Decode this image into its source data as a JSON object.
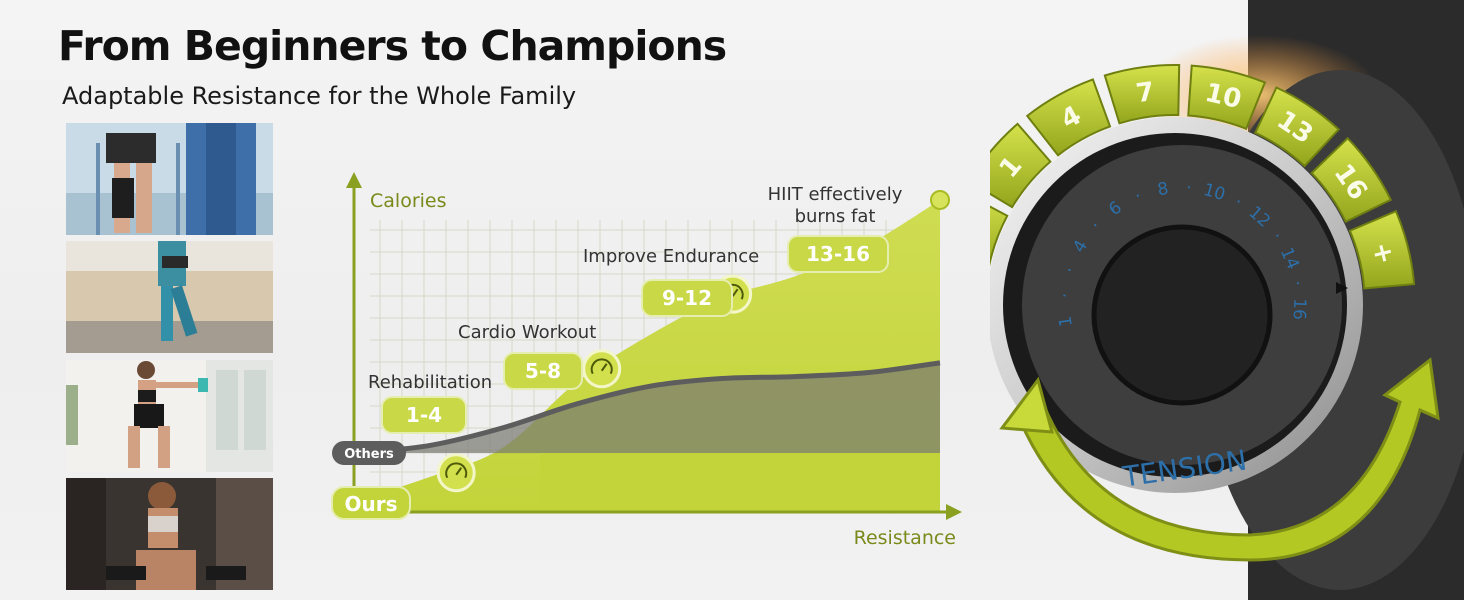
{
  "page": {
    "headline": "From Beginners to Champions",
    "subheadline": "Adaptable Resistance for the Whole Family"
  },
  "photos": [
    {
      "name": "photo-rehabilitation"
    },
    {
      "name": "photo-running"
    },
    {
      "name": "photo-fitness-squat"
    },
    {
      "name": "photo-gym-training"
    }
  ],
  "chart_data": {
    "type": "area",
    "xlabel": "Resistance",
    "ylabel": "Calories",
    "xlim": [
      0,
      16
    ],
    "ylim": [
      0,
      16
    ],
    "grid": true,
    "series": [
      {
        "name": "Others",
        "color": "#666666",
        "x": [
          0,
          2,
          4,
          6,
          8,
          10,
          12,
          14,
          16
        ],
        "y": [
          3.0,
          3.4,
          4.3,
          5.5,
          6.4,
          6.8,
          6.9,
          7.1,
          7.6
        ]
      },
      {
        "name": "Ours",
        "color": "#c3d43a",
        "x": [
          0,
          2,
          4,
          6,
          8,
          10,
          12,
          14,
          16
        ],
        "y": [
          0.6,
          1.8,
          3.3,
          6.6,
          9.0,
          10.9,
          12.0,
          13.6,
          15.9
        ]
      }
    ],
    "annotations": [
      {
        "label": "Rehabilitation",
        "range": "1-4"
      },
      {
        "label": "Cardio Workout",
        "range": "5-8"
      },
      {
        "label": "Improve Endurance",
        "range": "9-12"
      },
      {
        "label": "HIIT effectively burns fat",
        "range": "13-16"
      }
    ],
    "colors": {
      "accent": "#c3d43a",
      "accent_text": "#7a8a1a",
      "others": "#6b6b6b"
    }
  },
  "dial": {
    "keys": [
      "–",
      "1",
      "4",
      "7",
      "10",
      "13",
      "16",
      "+"
    ],
    "ring_numbers": [
      "1",
      "·",
      "·",
      "4",
      "·",
      "6",
      "·",
      "8",
      "·",
      "10",
      "·",
      "12",
      "·",
      "14",
      "·",
      "16"
    ],
    "label": "TENSION",
    "colors": {
      "key": "#b8cc2a",
      "ring": "#2d6fa8"
    }
  }
}
